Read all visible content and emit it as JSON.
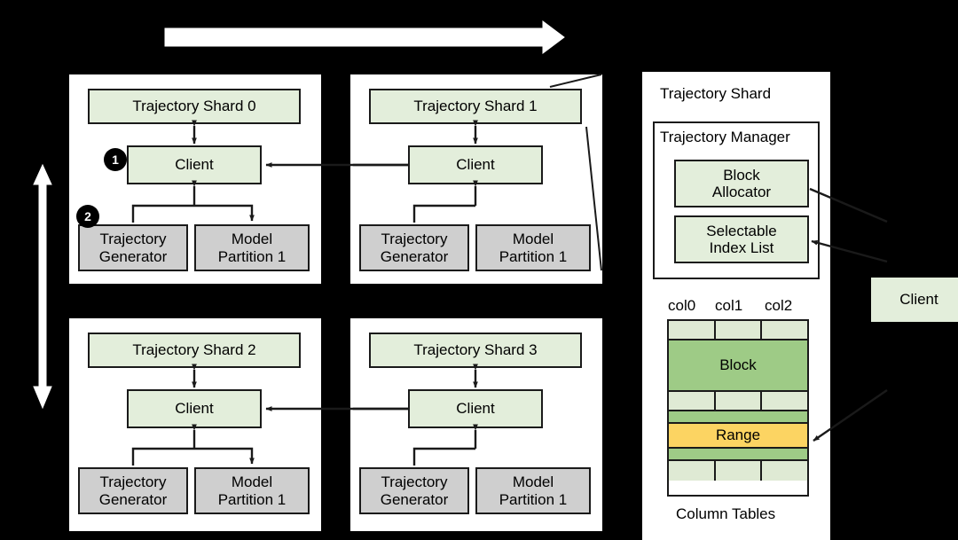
{
  "diagram": {
    "background_color": "#000000",
    "colors": {
      "green_light": "#e3eedb",
      "green_mid": "#9ecb86",
      "green_pale": "#dfead4",
      "amber": "#fcd462",
      "grey": "#cfcfcf",
      "white": "#ffffff",
      "line": "#1a1a1a"
    },
    "top_arrow": {
      "name": "scale-out-arrow",
      "direction": "right"
    },
    "left_arrow": {
      "name": "scale-up-down-arrow",
      "direction": "up-down"
    }
  },
  "shards": [
    {
      "title": "Trajectory Shard 0",
      "client": "Client",
      "generator": "Trajectory\nGenerator",
      "partition": "Model\nPartition 1",
      "badges": [
        {
          "id": "1",
          "label": "1"
        },
        {
          "id": "2",
          "label": "2"
        }
      ],
      "has_partition_branch": true
    },
    {
      "title": "Trajectory Shard 1",
      "client": "Client",
      "generator": "Trajectory\nGenerator",
      "partition": "Model\nPartition 1",
      "badges": [],
      "has_partition_branch": false
    },
    {
      "title": "Trajectory Shard 2",
      "client": "Client",
      "generator": "Trajectory\nGenerator",
      "partition": "Model\nPartition 1",
      "badges": [],
      "has_partition_branch": true
    },
    {
      "title": "Trajectory Shard 3",
      "client": "Client",
      "generator": "Trajectory\nGenerator",
      "partition": "Model\nPartition 1",
      "badges": [],
      "has_partition_branch": false
    }
  ],
  "detail": {
    "panel_title": "Trajectory Shard",
    "manager_title": "Trajectory Manager",
    "block_allocator": "Block\nAllocator",
    "selectable_index_list": "Selectable\nIndex List",
    "column_headers": [
      "col0",
      "col1",
      "col2"
    ],
    "column_tables_caption": "Column Tables",
    "block_label": "Block",
    "range_label": "Range",
    "table_rows": [
      {
        "kind": "cells",
        "color": "#dfead4",
        "height": 22,
        "label": ""
      },
      {
        "kind": "single",
        "color": "#9ecb86",
        "height": 58,
        "label": "Block"
      },
      {
        "kind": "cells",
        "color": "#dfead4",
        "height": 22,
        "label": ""
      },
      {
        "kind": "single",
        "color": "#9ecb86",
        "height": 14,
        "label": ""
      },
      {
        "kind": "single",
        "color": "#fcd462",
        "height": 28,
        "label": "Range"
      },
      {
        "kind": "single",
        "color": "#9ecb86",
        "height": 14,
        "label": ""
      },
      {
        "kind": "cells",
        "color": "#dfead4",
        "height": 22,
        "label": ""
      }
    ]
  },
  "external": {
    "client": "Client"
  }
}
